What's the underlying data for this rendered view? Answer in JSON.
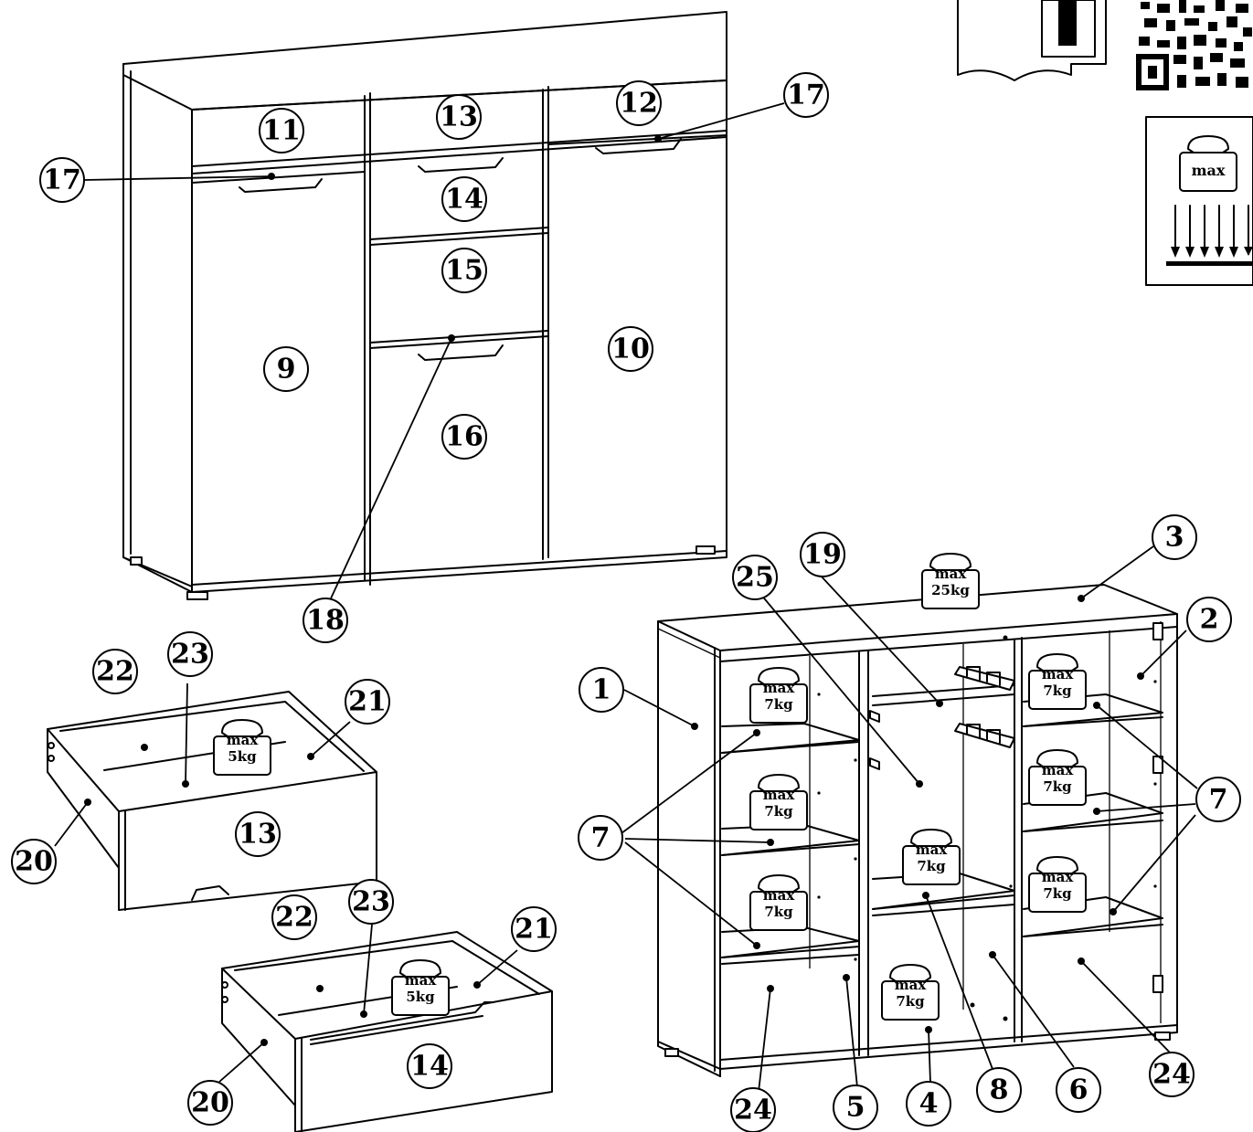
{
  "callouts": {
    "c1": "1",
    "c2": "2",
    "c3": "3",
    "c4": "4",
    "c5": "5",
    "c6": "6",
    "c7": "7",
    "c8": "8",
    "c9": "9",
    "c10": "10",
    "c11": "11",
    "c12": "12",
    "c13": "13",
    "c14": "14",
    "c15": "15",
    "c16": "16",
    "c17": "17",
    "c18": "18",
    "c19": "19",
    "c20": "20",
    "c21": "21",
    "c22": "22",
    "c23": "23",
    "c24": "24",
    "c25": "25"
  },
  "weights": {
    "max": "max",
    "kg25": "25kg",
    "kg7": "7kg",
    "kg5": "5kg"
  },
  "icons": [
    "info-manual-icon",
    "qr-code-icon",
    "max-load-icon",
    "weight-icon",
    "shelf-pin-icon",
    "hinge-icon",
    "drawer-runner-icon"
  ]
}
